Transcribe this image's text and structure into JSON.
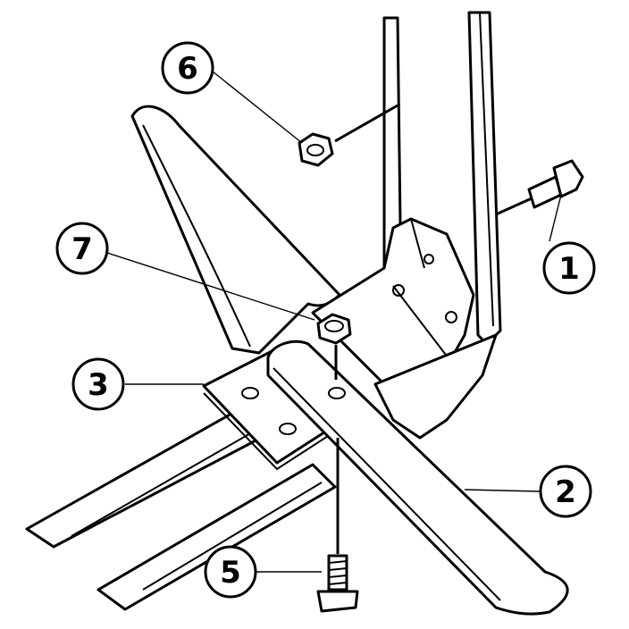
{
  "diagram": {
    "callouts": [
      {
        "id": "1",
        "label": "1",
        "part": "bolt"
      },
      {
        "id": "2",
        "label": "2",
        "part": "brace-bar"
      },
      {
        "id": "3",
        "label": "3",
        "part": "mounting-plate"
      },
      {
        "id": "5",
        "label": "5",
        "part": "bolt"
      },
      {
        "id": "6",
        "label": "6",
        "part": "nut"
      },
      {
        "id": "7",
        "label": "7",
        "part": "nut"
      }
    ],
    "colors": {
      "line": "#000000",
      "fill": "#ffffff"
    }
  }
}
